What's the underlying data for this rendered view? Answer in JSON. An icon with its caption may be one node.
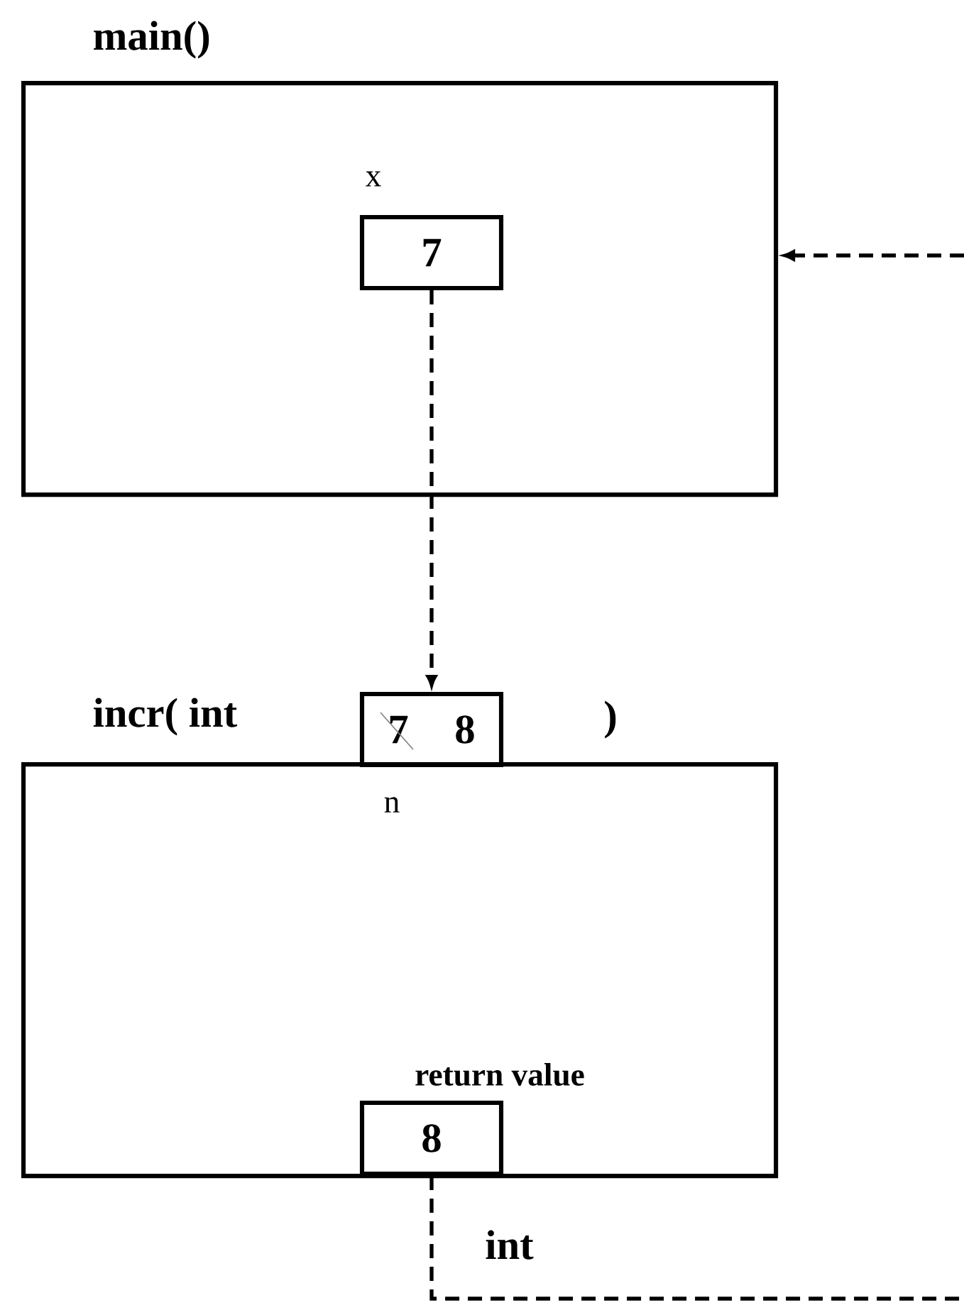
{
  "diagram": {
    "nodes": [
      {
        "text": [
          "main()"
        ]
      },
      {
        "text": [
          "7"
        ],
        "beside": [
          "x"
        ],
        "in": 0
      },
      {
        "text": [
          "incr( int",
          ")"
        ]
      },
      {
        "text": [
          "7",
          "8"
        ],
        "beside": [
          "n"
        ]
      },
      {
        "text": [
          "8"
        ],
        "beside": [
          "return value"
        ],
        "in": 2
      }
    ],
    "edges": [
      {
        "from": 1,
        "to": 3,
        "arrow": "to",
        "style": "dashed"
      },
      {
        "from": 4,
        "to": null,
        "arrow": "none",
        "style": "dashed",
        "label": "int"
      },
      {
        "from": null,
        "to": 0,
        "arrow": "to",
        "style": "dashed"
      }
    ]
  }
}
